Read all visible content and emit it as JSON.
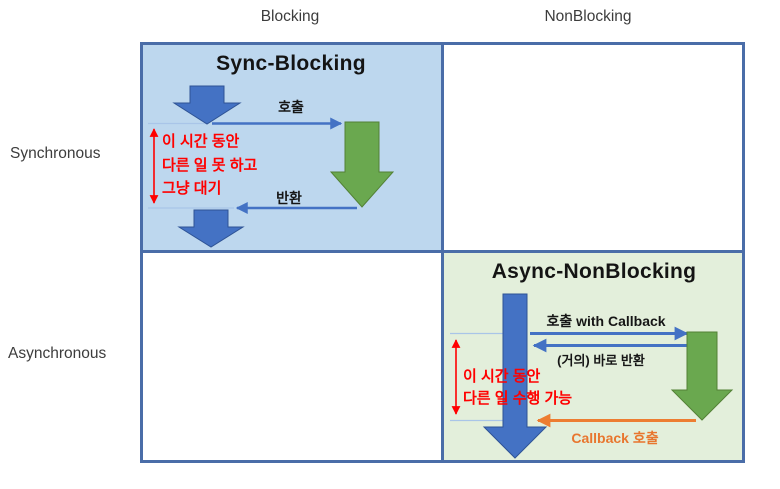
{
  "matrix": {
    "col_headers": [
      "Blocking",
      "NonBlocking"
    ],
    "row_headers": [
      "Synchronous",
      "Asynchronous"
    ]
  },
  "sync_blocking": {
    "title": "Sync-Blocking",
    "call_label": "호출",
    "return_label": "반환",
    "note_lines": [
      "이 시간 동안",
      "다른 일 못 하고",
      "그냥 대기"
    ]
  },
  "async_nonblocking": {
    "title": "Async-NonBlocking",
    "call_label": "호출 with Callback",
    "return_label": "(거의) 바로 반환",
    "callback_label": "Callback 호출",
    "note_lines": [
      "이 시간 동안",
      "다른 일 수행 가능"
    ]
  },
  "colors": {
    "caller_blue": "#4472C4",
    "callee_green": "#6AA84F",
    "callback_orange": "#ED7D31",
    "note_red": "#FF0000",
    "sync_cell_bg": "#BDD7EE",
    "async_cell_bg": "#E3EFDB",
    "grid_border": "#4A6DA8"
  }
}
